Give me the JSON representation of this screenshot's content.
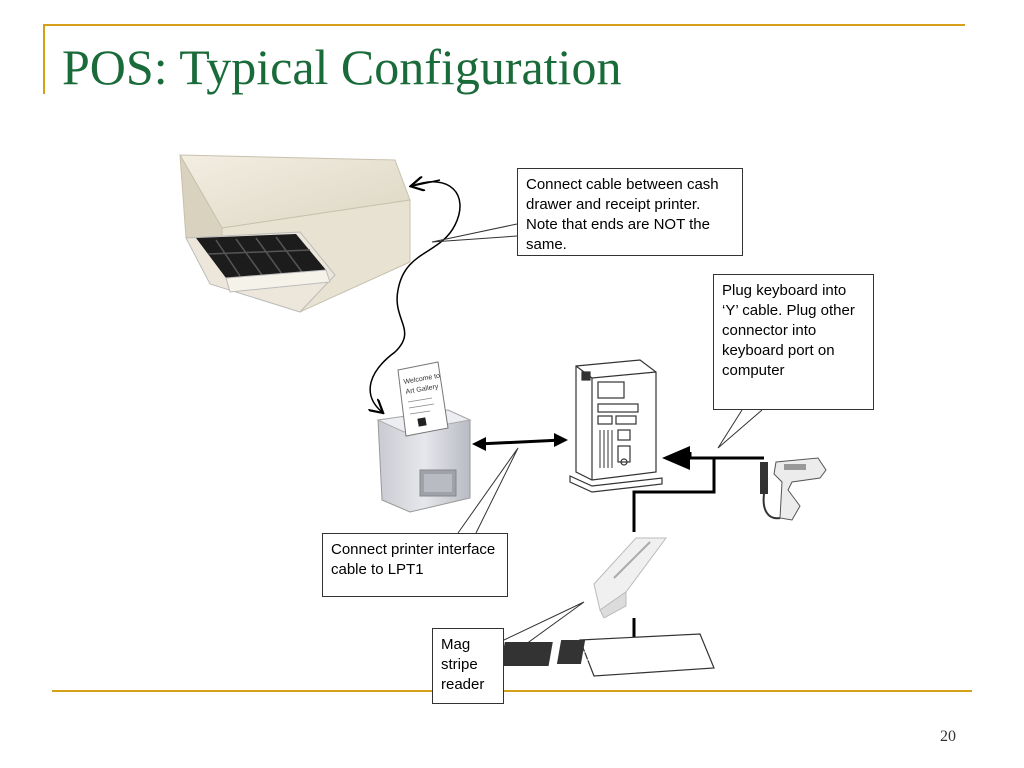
{
  "slide": {
    "title": "POS: Typical Configuration",
    "page_number": "20"
  },
  "callouts": {
    "drawer_cable": "Connect cable between cash drawer and receipt printer. Note that ends are NOT the same.",
    "keyboard": "Plug keyboard into ‘Y’ cable. Plug other connector into keyboard port on computer",
    "printer_interface": "Connect printer interface cable to LPT1",
    "mag_stripe": "Mag stripe reader"
  },
  "receipt": {
    "line1": "Welcome to",
    "line2": "Art Gallery"
  },
  "colors": {
    "title": "#1a6b3a",
    "accent": "#d4a017"
  },
  "icons": [
    "cash-drawer-icon",
    "receipt-printer-icon",
    "computer-tower-icon",
    "barcode-scanner-icon",
    "mag-stripe-reader-icon",
    "keyboard-icon"
  ]
}
